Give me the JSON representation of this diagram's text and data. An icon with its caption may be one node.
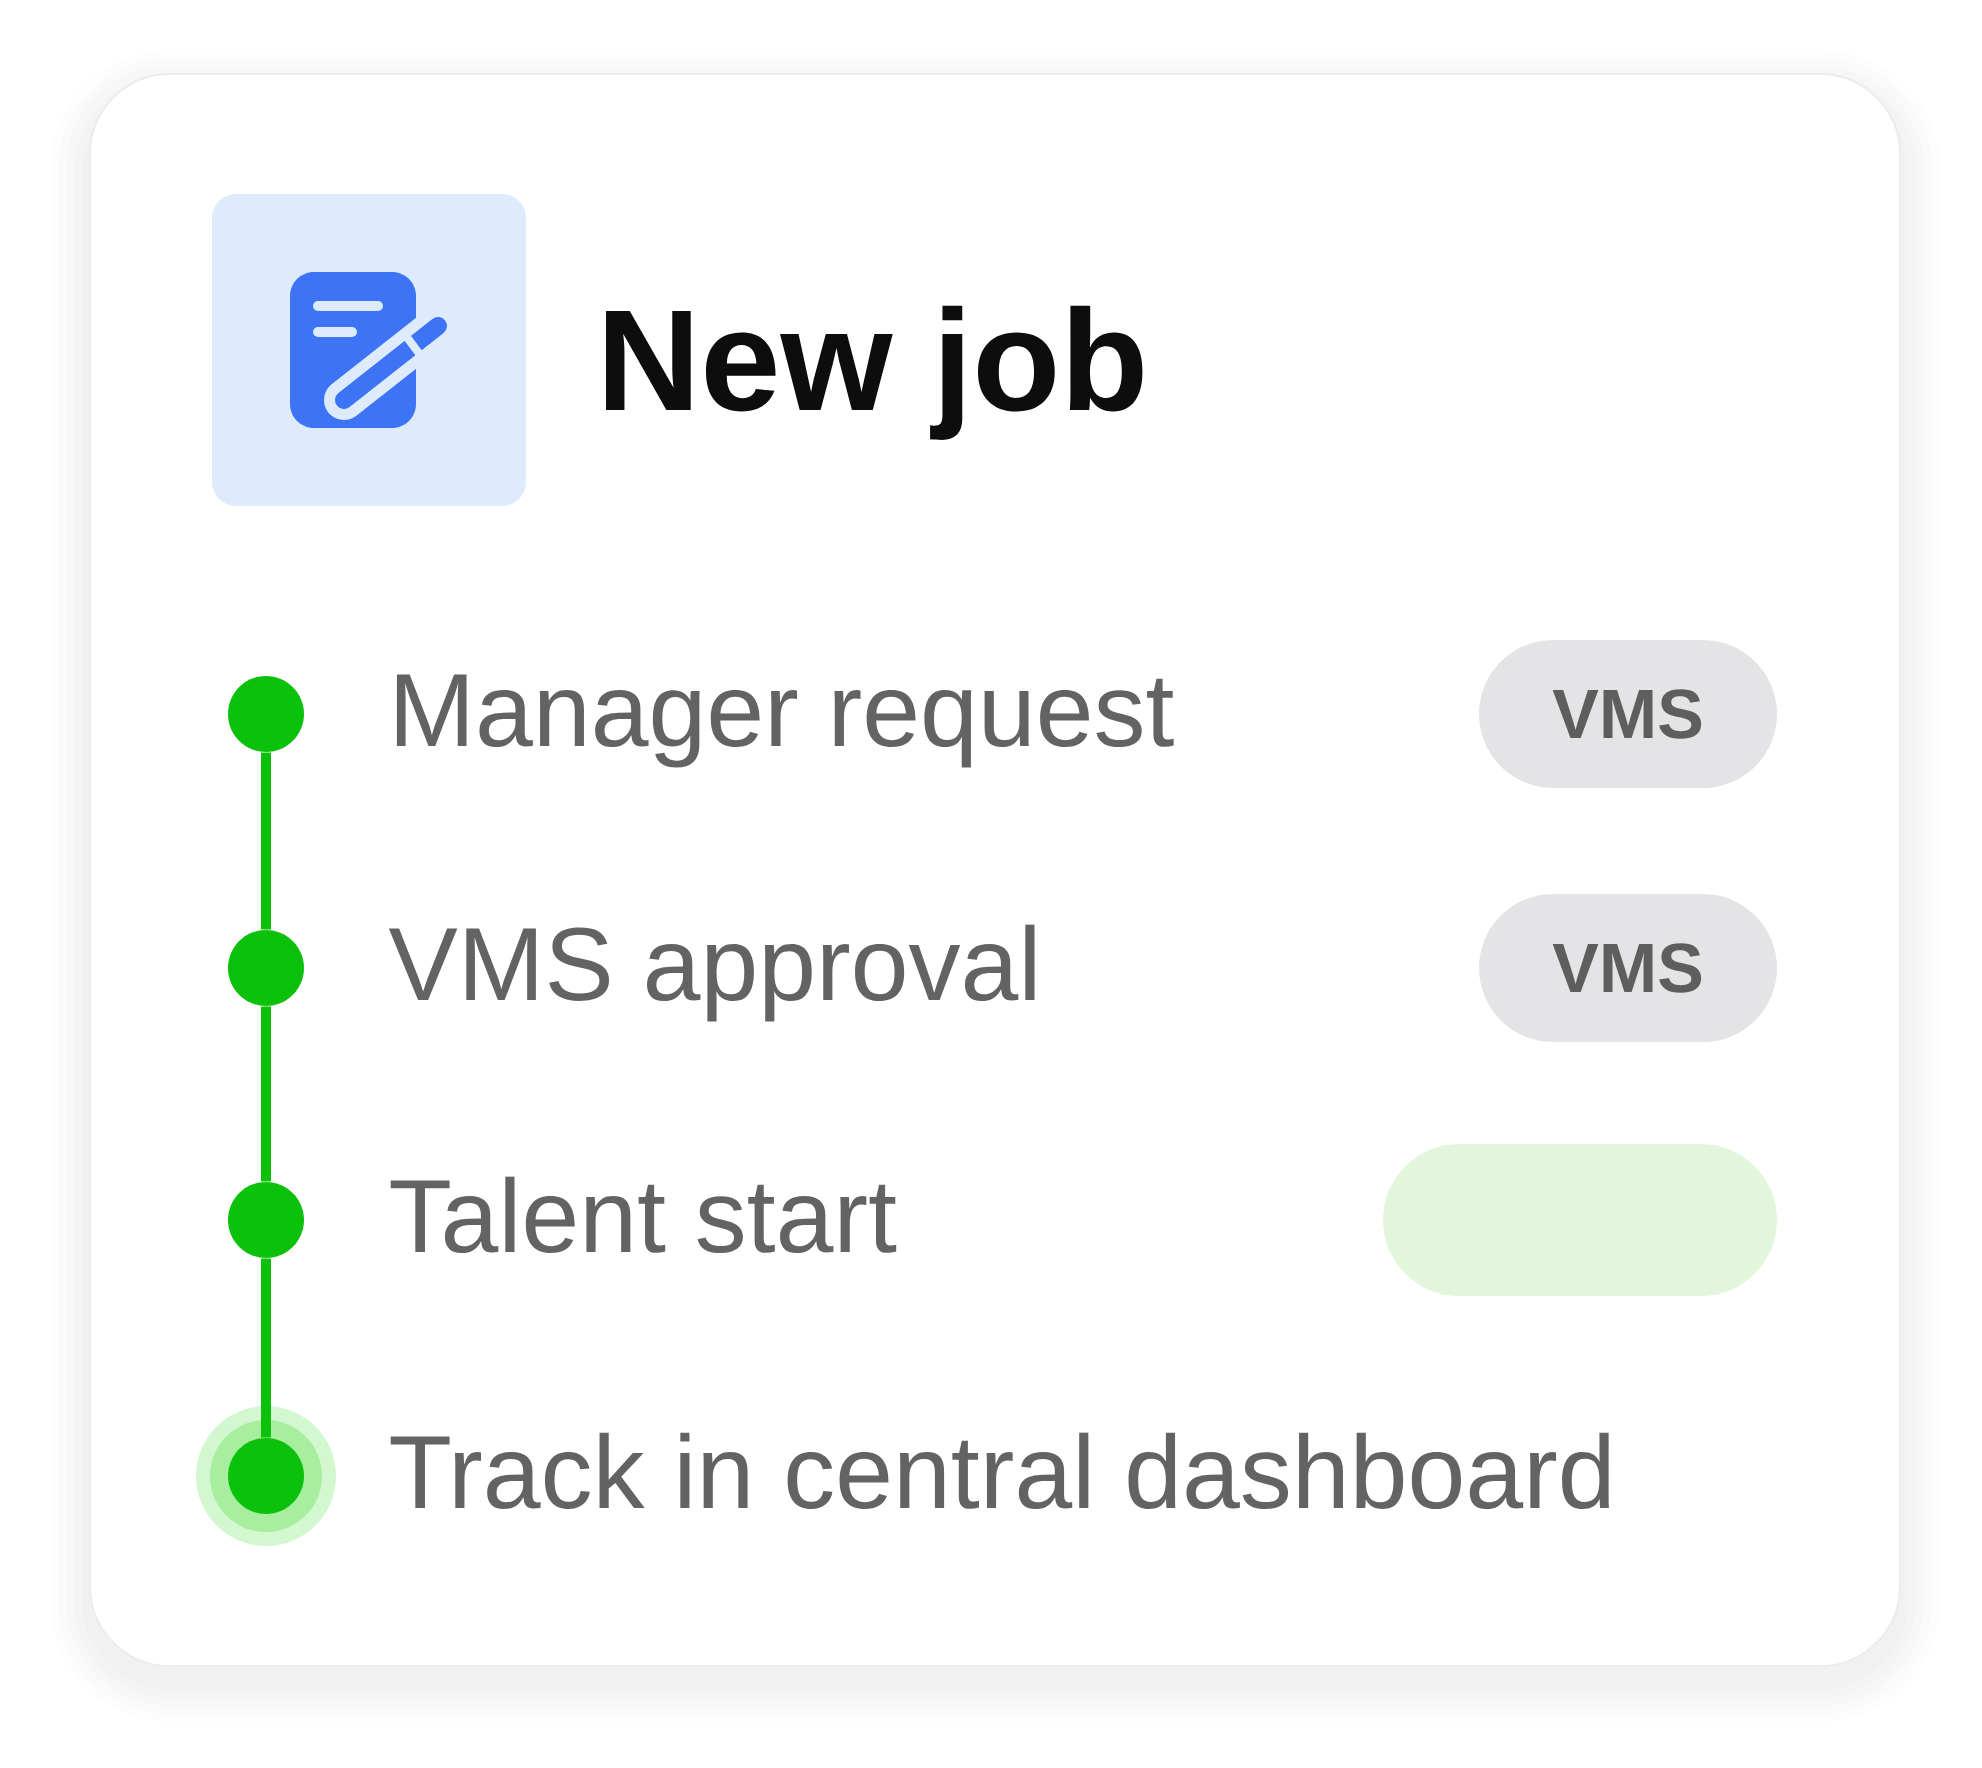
{
  "diagram": {
    "title": "New job",
    "nodes": [
      {
        "text": [],
        "shape": "circle",
        "beside": [
          "Manager request"
        ]
      },
      {
        "text": [
          "VMS"
        ]
      },
      {
        "text": [],
        "shape": "circle",
        "beside": [
          "VMS approval"
        ]
      },
      {
        "text": [
          "VMS"
        ]
      },
      {
        "text": [],
        "shape": "circle",
        "beside": [
          "Talent start"
        ]
      },
      {
        "text": [],
        "shape": "box"
      },
      {
        "text": [],
        "shape": "circle",
        "beside": [
          "Track in central dashboard"
        ]
      }
    ],
    "edges": [
      {
        "from": 0,
        "to": 2,
        "arrow": "none"
      },
      {
        "from": 2,
        "to": 4,
        "arrow": "none"
      },
      {
        "from": 4,
        "to": 6,
        "arrow": "none"
      }
    ]
  }
}
